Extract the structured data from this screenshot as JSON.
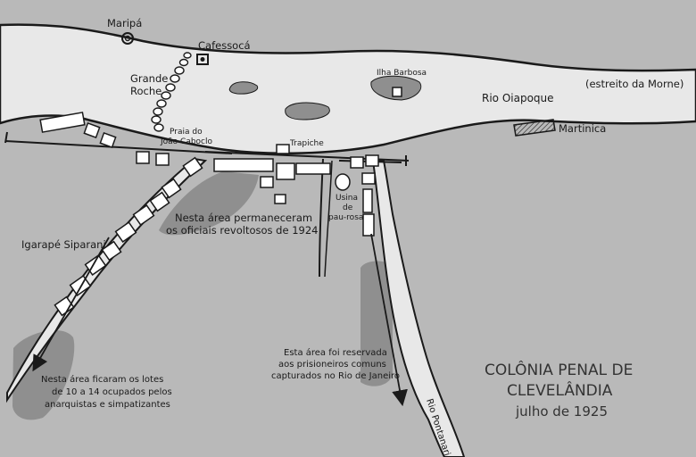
{
  "colors": {
    "land": "#b9b9b9",
    "water": "#e8e8e8",
    "shade": "#8f8f8f",
    "line": "#1a1a1a",
    "building": "#ffffff"
  },
  "labels": {
    "maripa": "Maripá",
    "cafessoca": "Cafessocá",
    "grande_roche_1": "Grande",
    "grande_roche_2": "Roche",
    "ilha_barbosa": "Ilha Barbosa",
    "rio_oiapoque": "Rio Oiapoque",
    "estreito": "(estreito da Morne)",
    "martinica": "Martinica",
    "praia_1": "Praia do",
    "praia_2": "João Caboclo",
    "trapiche": "Trapiche",
    "usina_1": "Usina",
    "usina_2": "de",
    "usina_3": "pau-rosa",
    "igarape": "Igarapé Siparani",
    "rio_pontanari": "Rio Pontanari"
  },
  "notes": {
    "oficiais_1": "Nesta área permaneceram",
    "oficiais_2": "os oficiais revoltosos de 1924",
    "presos_1": "Esta área foi reservada",
    "presos_2": "aos prisioneiros comuns",
    "presos_3": "capturados no Rio de Janeiro",
    "anarq_1": "Nesta área ficaram os lotes",
    "anarq_2": "de 10 a 14 ocupados pelos",
    "anarq_3": "anarquistas e simpatizantes"
  },
  "title": {
    "line1": "COLÔNIA PENAL DE",
    "line2": "CLEVELÂNDIA",
    "line3": "julho de 1925"
  },
  "icons": [
    "village-icon",
    "building-icon",
    "island-marker-icon",
    "arrow-icon"
  ]
}
